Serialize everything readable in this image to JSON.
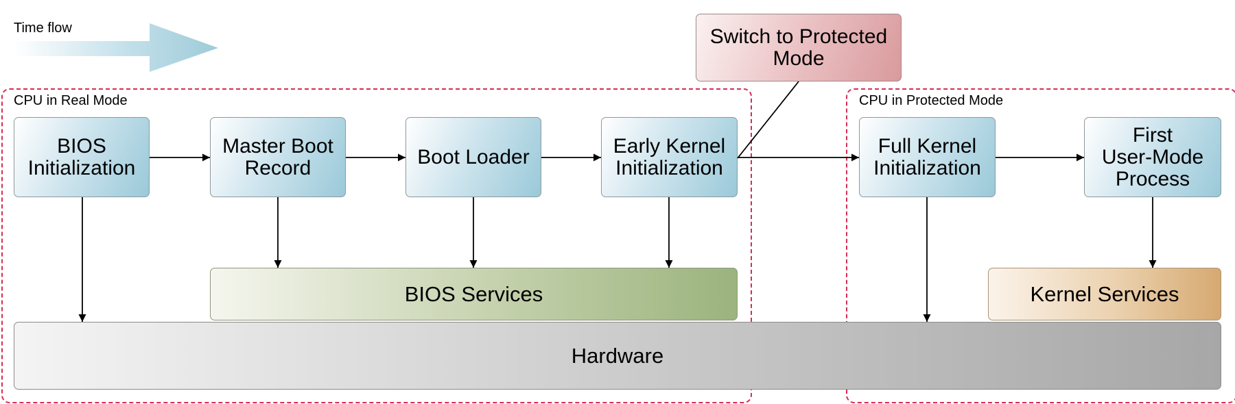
{
  "time_flow_label": "Time flow",
  "regions": {
    "real_mode": "CPU in Real Mode",
    "protected_mode": "CPU in Protected Mode"
  },
  "nodes": {
    "bios_init": "BIOS\nInitialization",
    "mbr": "Master Boot\nRecord",
    "boot_loader": "Boot Loader",
    "early_kernel": "Early Kernel\nInitialization",
    "switch_protected": "Switch to Protected\nMode",
    "full_kernel": "Full Kernel\nInitialization",
    "first_user": "First\nUser-Mode\nProcess",
    "bios_services": "BIOS Services",
    "kernel_services": "Kernel Services",
    "hardware": "Hardware"
  },
  "colors": {
    "region_border": "#d42c55",
    "arrow": "#000000",
    "time_flow_arrow": "#9fcbd9"
  }
}
